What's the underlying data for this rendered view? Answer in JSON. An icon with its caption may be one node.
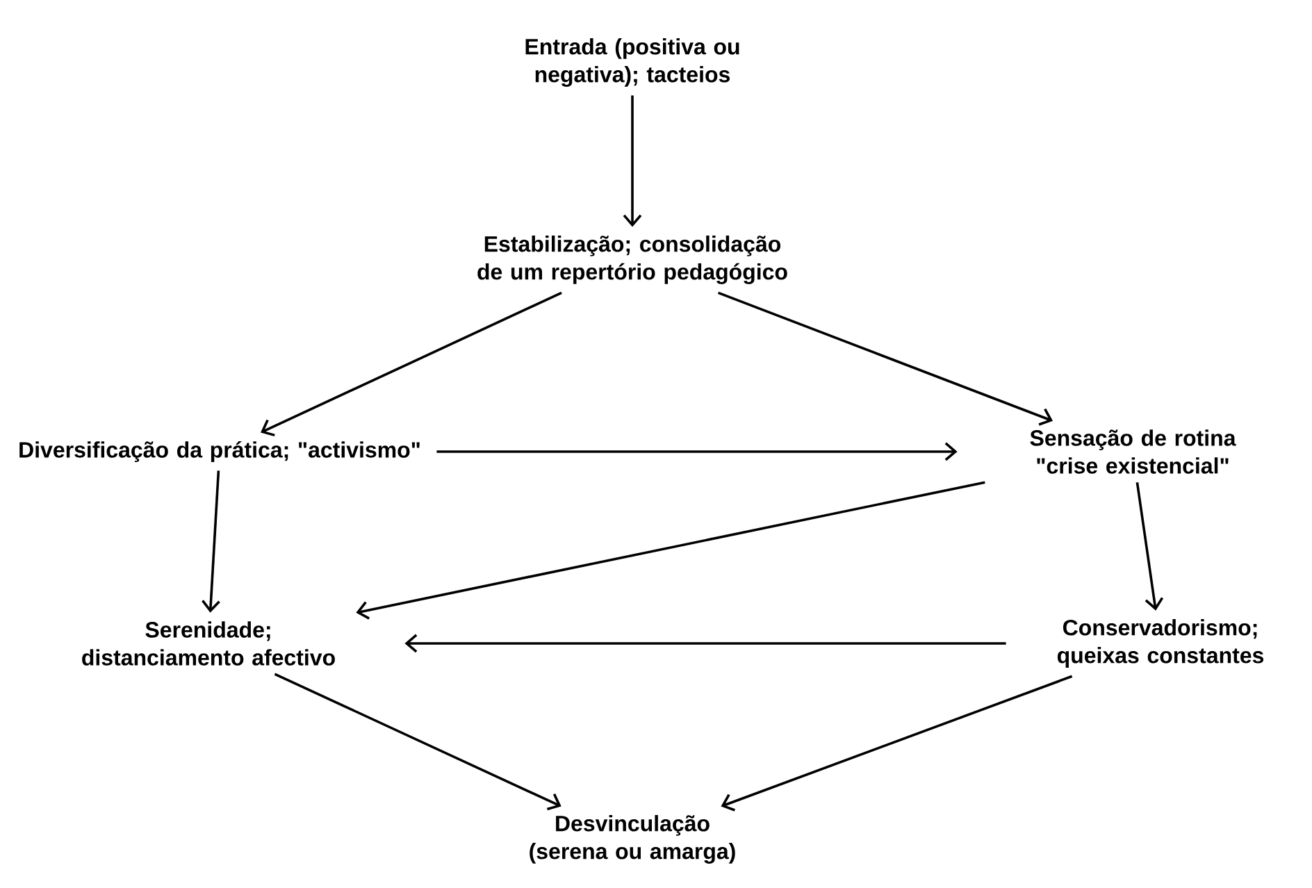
{
  "diagram": {
    "nodes": [
      {
        "text": [
          "Entrada (positiva ou negativa); tacteios"
        ]
      },
      {
        "text": [
          "Estabilização; consolidação de um repertório pedagógico"
        ]
      },
      {
        "text": [
          "Diversificação da prática; \"activismo\""
        ]
      },
      {
        "text": [
          "Sensação de rotina \"crise existencial\""
        ]
      },
      {
        "text": [
          "Serenidade; distanciamento afectivo"
        ]
      },
      {
        "text": [
          "Conservadorismo; queixas constantes"
        ]
      },
      {
        "text": [
          "Desvinculação (serena ou amarga)"
        ]
      }
    ],
    "edges": [
      {
        "from": 0,
        "to": 1,
        "arrow": "to"
      },
      {
        "from": 1,
        "to": 2,
        "arrow": "to"
      },
      {
        "from": 1,
        "to": 3,
        "arrow": "to"
      },
      {
        "from": 2,
        "to": 3,
        "arrow": "to"
      },
      {
        "from": 2,
        "to": 4,
        "arrow": "to"
      },
      {
        "from": 3,
        "to": 4,
        "arrow": "to"
      },
      {
        "from": 3,
        "to": 5,
        "arrow": "to"
      },
      {
        "from": 5,
        "to": 4,
        "arrow": "to"
      },
      {
        "from": 4,
        "to": 6,
        "arrow": "to"
      },
      {
        "from": 5,
        "to": 6,
        "arrow": "to"
      }
    ]
  }
}
